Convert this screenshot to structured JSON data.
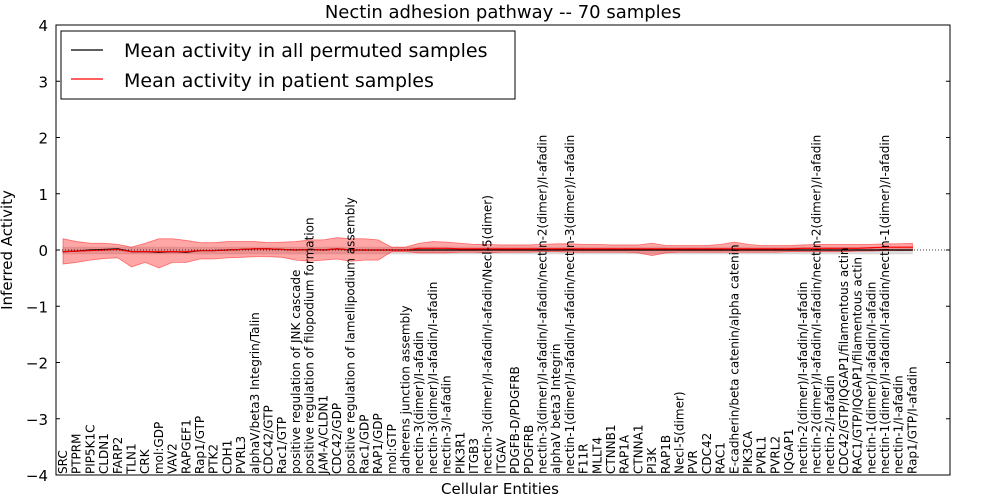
{
  "chart_data": {
    "type": "line",
    "title": "Nectin adhesion pathway -- 70 samples",
    "xlabel": "Cellular Entities",
    "ylabel": "Inferred Activity",
    "ylim": [
      -4,
      4
    ],
    "yticks": [
      4,
      3,
      2,
      1,
      0,
      -1,
      -2,
      -3,
      -4
    ],
    "ytick_labels": [
      "4",
      "3",
      "2",
      "1",
      "0",
      "−1",
      "−2",
      "−3",
      "−4"
    ],
    "grid": false,
    "legend_position": "top-left",
    "categories": [
      "SRC",
      "PTPRM",
      "PIP5K1C",
      "CLDN1",
      "FARP2",
      "TLN1",
      "CRK",
      "mol:GDP",
      "VAV2",
      "RAPGEF1",
      "Rap1/GTP",
      "PTK2",
      "CDH1",
      "PVRL3",
      "alphaV/beta3 Integrin/Talin",
      "CDC42/GTP",
      "Rac1/GTP",
      "positive regulation of JNK cascade",
      "positive regulation of filopodium formation",
      "JAM-A/CLDN1",
      "CDC42/GDP",
      "positive regulation of lamellipodium assembly",
      "Rac1/GDP",
      "RAP1/GDP",
      "mol:GTP",
      "adherens junction assembly",
      "nectin-3(dimer)/I-afadin",
      "nectin-3(dimer)/I-afadin/I-afadin",
      "nectin-3/I-afadin",
      "PIK3R1",
      "ITGB3",
      "nectin-3(dimer)/I-afadin/I-afadin/Necl-5(dimer)",
      "ITGAV",
      "PDGFB-D/PDGFRB",
      "PDGFRB",
      "nectin-3(dimer)/I-afadin/I-afadin/nectin-2(dimer)/I-afadin",
      "alphaV beta3 Integrin",
      "nectin-1(dimer)/I-afadin/I-afadin/nectin-3(dimer)/I-afadin",
      "F11R",
      "MLLT4",
      "CTNNB1",
      "RAP1A",
      "CTNNA1",
      "PI3K",
      "RAP1B",
      "Necl-5(dimer)",
      "PVR",
      "CDC42",
      "RAC1",
      "E-cadherin/beta catenin/alpha catenin",
      "PIK3CA",
      "PVRL1",
      "PVRL2",
      "IQGAP1",
      "nectin-2(dimer)/I-afadin/I-afadin",
      "nectin-2(dimer)/I-afadin/I-afadin/nectin-2(dimer)/I-afadin",
      "nectin-2/I-afadin",
      "CDC42/GTP/IQGAP1/filamentous actin",
      "RAC1/GTP/IQGAP1/filamentous actin",
      "nectin-1(dimer)/I-afadin/I-afadin",
      "nectin-1(dimer)/I-afadin/I-afadin/nectin-1(dimer)/I-afadin",
      "nectin-1/I-afadin",
      "Rap1/GTP/I-afadin"
    ],
    "series": [
      {
        "name": "Mean activity in all permuted samples",
        "color": "#000000",
        "values": [
          -0.03,
          -0.02,
          0.0,
          0.01,
          0.02,
          -0.03,
          -0.03,
          -0.04,
          -0.03,
          -0.04,
          -0.01,
          -0.01,
          0.0,
          0.01,
          0.02,
          0.02,
          0.01,
          0.0,
          0.01,
          0.0,
          0.02,
          0.0,
          0.0,
          0.0,
          0.0,
          0.0,
          0.0,
          0.0,
          0.0,
          0.0,
          0.0,
          0.0,
          0.0,
          0.0,
          0.0,
          0.0,
          0.0,
          0.0,
          0.0,
          0.0,
          0.0,
          0.0,
          0.0,
          0.0,
          0.0,
          0.0,
          0.0,
          0.0,
          0.0,
          0.0,
          0.0,
          0.0,
          0.0,
          0.0,
          0.0,
          0.0,
          0.0,
          0.0,
          0.0,
          0.0,
          0.0,
          0.0,
          0.0
        ],
        "band": {
          "color": "#c8c8c8",
          "lower": [
            -0.07,
            -0.07,
            -0.07,
            -0.07,
            -0.07,
            -0.07,
            -0.07,
            -0.07,
            -0.07,
            -0.07,
            -0.07,
            -0.07,
            -0.07,
            -0.07,
            -0.07,
            -0.07,
            -0.07,
            -0.07,
            -0.07,
            -0.07,
            -0.07,
            -0.07,
            -0.07,
            -0.07,
            -0.07,
            -0.07,
            -0.07,
            -0.07,
            -0.07,
            -0.07,
            -0.07,
            -0.07,
            -0.07,
            -0.07,
            -0.07,
            -0.07,
            -0.07,
            -0.07,
            -0.07,
            -0.07,
            -0.07,
            -0.07,
            -0.07,
            -0.07,
            -0.07,
            -0.07,
            -0.07,
            -0.07,
            -0.07,
            -0.07,
            -0.07,
            -0.07,
            -0.07,
            -0.07,
            -0.07,
            -0.07,
            -0.07,
            -0.07,
            -0.07,
            -0.07,
            -0.07,
            -0.07,
            -0.07
          ],
          "upper": [
            0.05,
            0.05,
            0.05,
            0.05,
            0.05,
            0.05,
            0.05,
            0.05,
            0.05,
            0.05,
            0.05,
            0.05,
            0.05,
            0.05,
            0.05,
            0.05,
            0.05,
            0.05,
            0.05,
            0.05,
            0.05,
            0.05,
            0.05,
            0.05,
            0.05,
            0.05,
            0.05,
            0.05,
            0.05,
            0.05,
            0.05,
            0.05,
            0.05,
            0.05,
            0.05,
            0.05,
            0.05,
            0.05,
            0.05,
            0.05,
            0.05,
            0.05,
            0.05,
            0.05,
            0.05,
            0.05,
            0.05,
            0.05,
            0.05,
            0.05,
            0.05,
            0.05,
            0.05,
            0.05,
            0.05,
            0.05,
            0.05,
            0.05,
            0.05,
            0.05,
            0.05,
            0.05,
            0.05
          ]
        }
      },
      {
        "name": "Mean activity in patient samples",
        "color": "#ff0000",
        "values": [
          -0.03,
          -0.02,
          -0.01,
          0.0,
          0.01,
          -0.03,
          -0.03,
          -0.03,
          -0.03,
          -0.03,
          -0.01,
          -0.01,
          0.0,
          0.01,
          0.02,
          0.02,
          0.01,
          0.0,
          0.01,
          0.0,
          0.02,
          0.0,
          0.0,
          0.0,
          0.0,
          0.0,
          0.03,
          0.03,
          0.03,
          0.02,
          0.02,
          0.02,
          0.02,
          0.02,
          0.02,
          0.02,
          0.02,
          0.02,
          0.02,
          0.02,
          0.02,
          0.02,
          0.02,
          0.02,
          0.02,
          0.02,
          0.02,
          0.02,
          0.02,
          0.02,
          0.02,
          0.02,
          0.02,
          0.02,
          0.03,
          0.03,
          0.03,
          0.03,
          0.03,
          0.04,
          0.05,
          0.05,
          0.05
        ],
        "band": {
          "color": "#ff0000",
          "lower": [
            -0.25,
            -0.22,
            -0.18,
            -0.15,
            -0.14,
            -0.3,
            -0.22,
            -0.32,
            -0.22,
            -0.22,
            -0.16,
            -0.16,
            -0.14,
            -0.13,
            -0.12,
            -0.12,
            -0.13,
            -0.18,
            -0.2,
            -0.18,
            -0.16,
            -0.2,
            -0.18,
            -0.18,
            -0.03,
            -0.03,
            -0.05,
            -0.05,
            -0.05,
            -0.04,
            -0.04,
            -0.05,
            -0.04,
            -0.04,
            -0.04,
            -0.03,
            -0.03,
            -0.04,
            -0.04,
            -0.04,
            -0.04,
            -0.04,
            -0.05,
            -0.1,
            -0.05,
            -0.04,
            -0.04,
            -0.04,
            -0.04,
            -0.04,
            -0.04,
            -0.04,
            -0.04,
            -0.03,
            -0.03,
            -0.03,
            -0.03,
            -0.03,
            -0.02,
            -0.02,
            -0.01,
            -0.01,
            -0.01
          ],
          "upper": [
            0.2,
            0.15,
            0.12,
            0.12,
            0.1,
            0.05,
            0.12,
            0.2,
            0.2,
            0.17,
            0.13,
            0.13,
            0.15,
            0.15,
            0.15,
            0.13,
            0.14,
            0.15,
            0.18,
            0.18,
            0.22,
            0.2,
            0.2,
            0.18,
            0.05,
            0.05,
            0.12,
            0.15,
            0.14,
            0.12,
            0.1,
            0.1,
            0.09,
            0.09,
            0.09,
            0.1,
            0.11,
            0.11,
            0.1,
            0.1,
            0.09,
            0.09,
            0.09,
            0.12,
            0.08,
            0.08,
            0.08,
            0.08,
            0.1,
            0.14,
            0.1,
            0.08,
            0.08,
            0.08,
            0.09,
            0.1,
            0.1,
            0.1,
            0.1,
            0.1,
            0.11,
            0.11,
            0.12
          ]
        }
      }
    ]
  }
}
